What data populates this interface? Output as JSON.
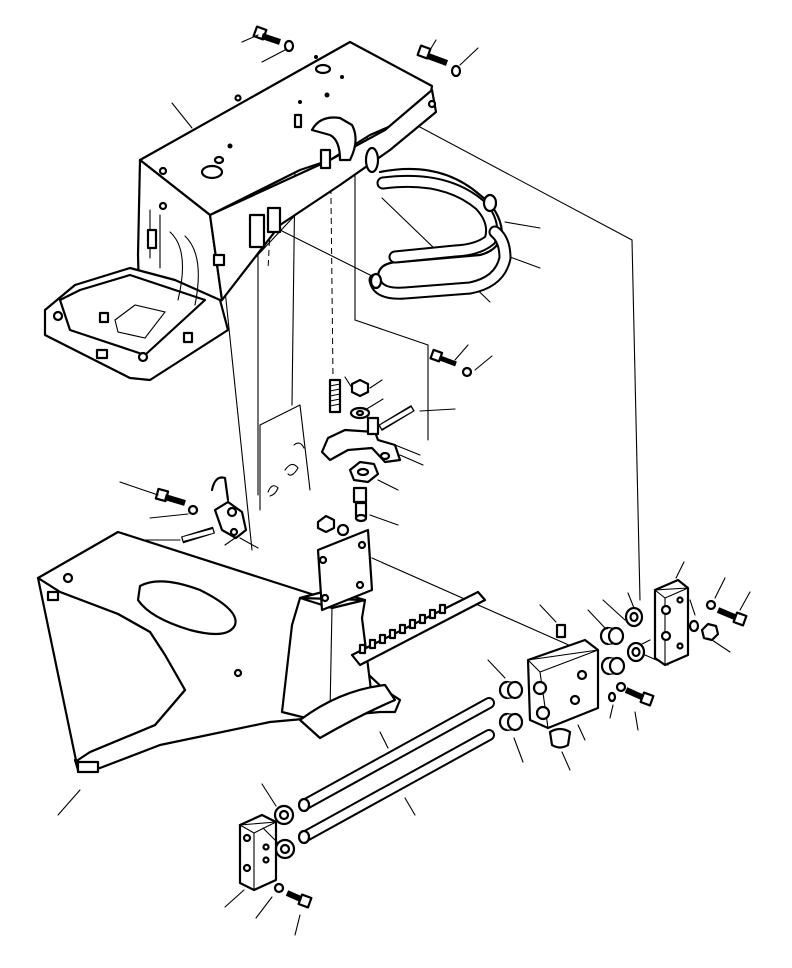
{
  "diagram": {
    "kind": "exploded-parts-view",
    "line_color": "#000000",
    "background": "#ffffff",
    "parts": [
      {
        "id": "seat-support-frame",
        "icon": "frame-housing-icon"
      },
      {
        "id": "handle-grip-upper",
        "icon": "tube-handle-icon"
      },
      {
        "id": "handle-grip-lower",
        "icon": "tube-handle-icon"
      },
      {
        "id": "base-plate",
        "icon": "plate-icon"
      },
      {
        "id": "suspension-pedestal",
        "icon": "pedestal-icon"
      },
      {
        "id": "adjust-rack",
        "icon": "rack-icon"
      },
      {
        "id": "slide-block-right",
        "icon": "block-icon"
      },
      {
        "id": "slide-block-left",
        "icon": "block-icon"
      },
      {
        "id": "carrier-block",
        "icon": "block-icon"
      },
      {
        "id": "guide-rod-upper",
        "icon": "rod-icon"
      },
      {
        "id": "guide-rod-lower",
        "icon": "rod-icon"
      },
      {
        "id": "latch-lever",
        "icon": "lever-icon"
      },
      {
        "id": "spring",
        "icon": "spring-icon"
      },
      {
        "id": "knob",
        "icon": "knob-icon"
      },
      {
        "id": "bolts",
        "icon": "bolt-icon"
      },
      {
        "id": "washers",
        "icon": "washer-icon"
      },
      {
        "id": "nuts",
        "icon": "nut-icon"
      },
      {
        "id": "bushings",
        "icon": "bushing-icon"
      },
      {
        "id": "seals",
        "icon": "seal-ring-icon"
      }
    ]
  }
}
